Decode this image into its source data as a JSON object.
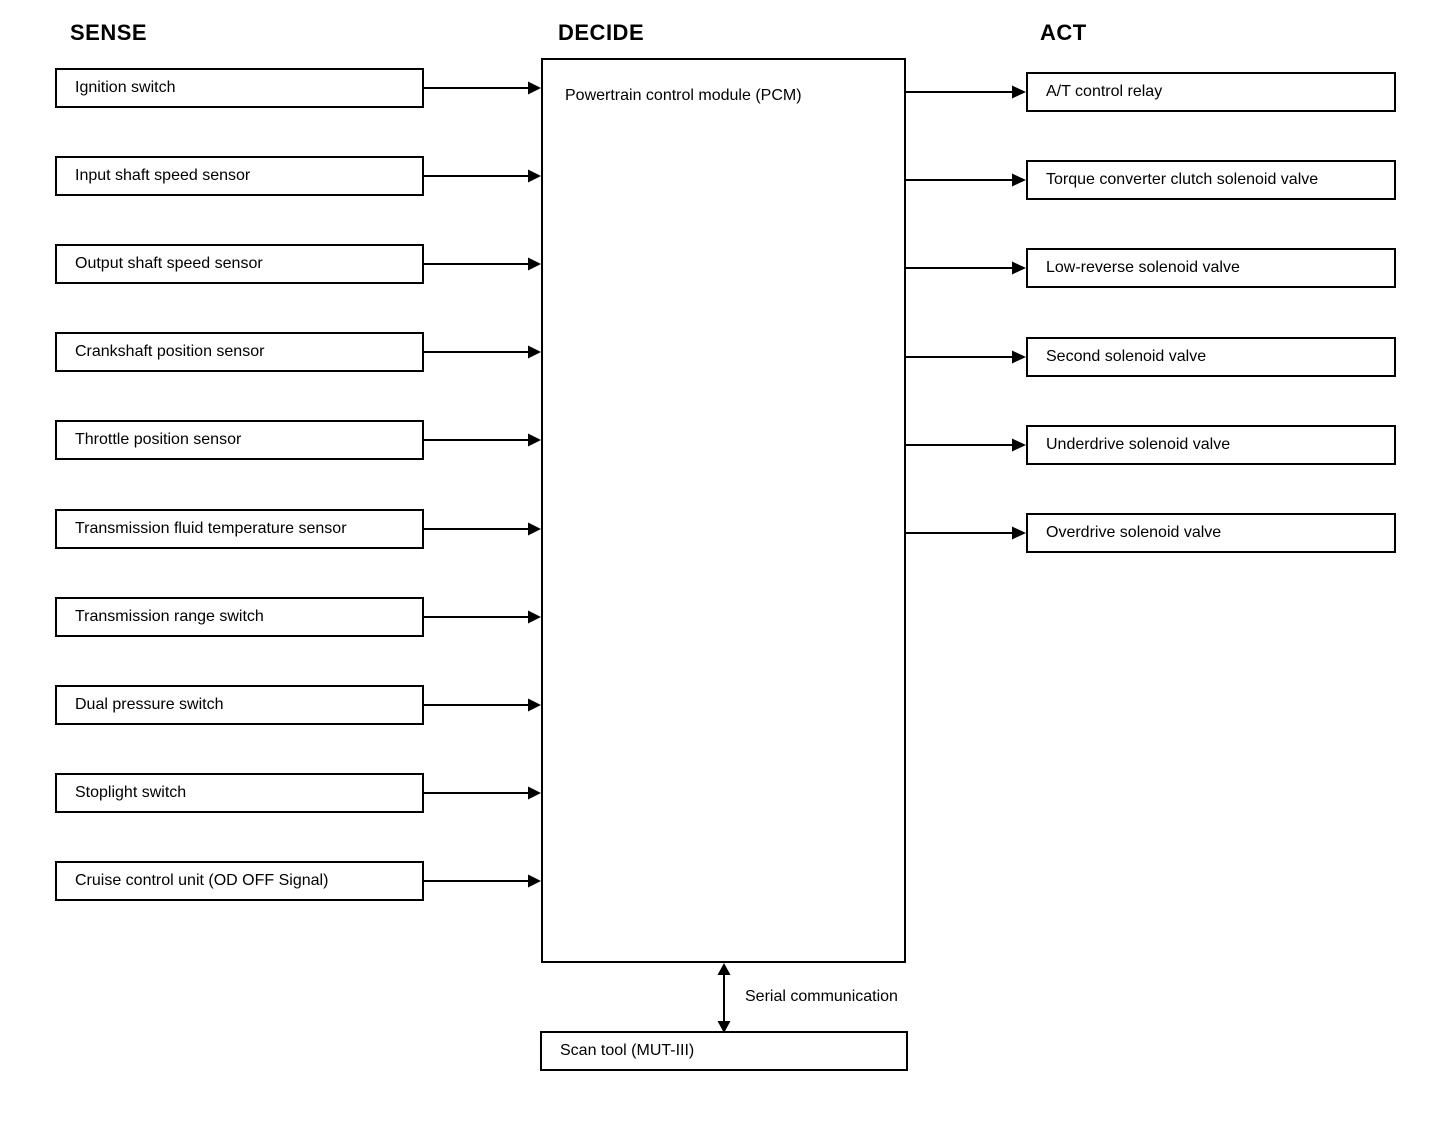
{
  "diagram": {
    "columns": {
      "sense": "SENSE",
      "decide": "DECIDE",
      "act": "ACT"
    },
    "sense_inputs": [
      {
        "label": "Ignition switch"
      },
      {
        "label": "Input shaft speed sensor"
      },
      {
        "label": "Output shaft speed sensor"
      },
      {
        "label": "Crankshaft position sensor"
      },
      {
        "label": "Throttle position sensor"
      },
      {
        "label": "Transmission fluid temperature sensor"
      },
      {
        "label": "Transmission range switch"
      },
      {
        "label": "Dual pressure switch"
      },
      {
        "label": "Stoplight switch"
      },
      {
        "label": "Cruise control unit (OD OFF Signal)"
      }
    ],
    "decide_module": {
      "label": "Powertrain control module (PCM)"
    },
    "act_outputs": [
      {
        "label": "A/T control relay"
      },
      {
        "label": "Torque converter clutch solenoid valve"
      },
      {
        "label": "Low-reverse solenoid valve"
      },
      {
        "label": "Second solenoid valve"
      },
      {
        "label": "Underdrive solenoid valve"
      },
      {
        "label": "Overdrive solenoid valve"
      }
    ],
    "scan_tool": {
      "label": "Scan tool (MUT-III)"
    },
    "serial_link": {
      "label": "Serial communication"
    },
    "colors": {
      "stroke": "#000000",
      "background": "#ffffff",
      "text": "#000000"
    }
  }
}
